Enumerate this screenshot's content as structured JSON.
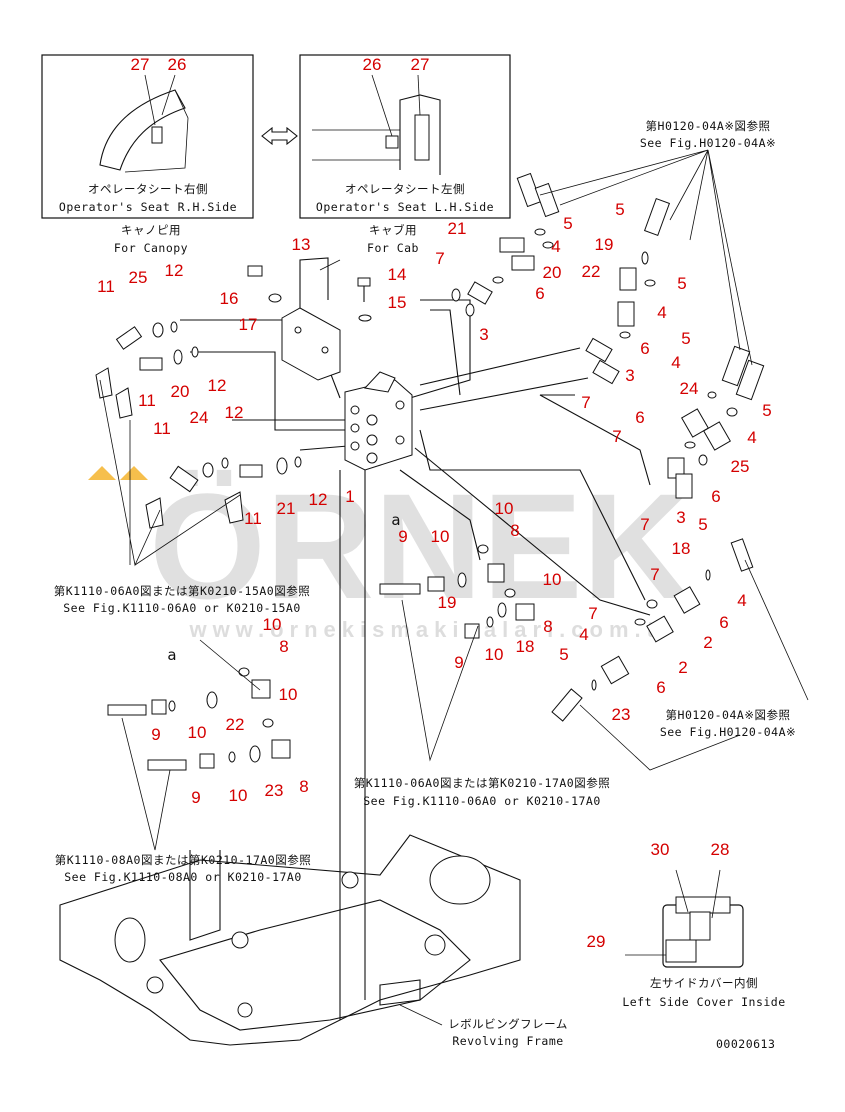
{
  "watermark": {
    "brand": "ÖRNEK",
    "url": "www.ornekismakinalari.com.tr",
    "accent": "#f2a400"
  },
  "insets": {
    "rh": {
      "label_jp": "オペレータシート右側",
      "label_en": "Operator's Seat R.H.Side",
      "callouts": [
        "27",
        "26"
      ]
    },
    "lh": {
      "label_jp": "オペレータシート左側",
      "label_en": "Operator's Seat L.H.Side",
      "callouts": [
        "26",
        "27"
      ]
    }
  },
  "notes": {
    "canopy_jp": "キャノピ用",
    "canopy_en": "For Canopy",
    "cab_jp": "キャブ用",
    "cab_en": "For Cab",
    "ref_h0120_top_jp": "第H0120-04A※図参照",
    "ref_h0120_top_en": "See Fig.H0120-04A※",
    "ref_k0210_15_jp": "第K1110-06A0図または第K0210-15A0図参照",
    "ref_k0210_15_en": "See Fig.K1110-06A0 or K0210-15A0",
    "ref_h0120_mid_jp": "第H0120-04A※図参照",
    "ref_h0120_mid_en": "See Fig.H0120-04A※",
    "ref_k0210_17_center_jp": "第K1110-06A0図または第K0210-17A0図参照",
    "ref_k0210_17_center_en": "See Fig.K1110-06A0 or K0210-17A0",
    "ref_k0210_17_left_jp": "第K1110-08A0図または第K0210-17A0図参照",
    "ref_k0210_17_left_en": "See Fig.K1110-08A0 or K0210-17A0",
    "frame_jp": "レボルビングフレーム",
    "frame_en": "Revolving Frame",
    "cover_jp": "左サイドカバー内側",
    "cover_en": "Left Side Cover Inside",
    "drawing_no": "00020613",
    "detail_a": "a"
  },
  "callouts": [
    "13",
    "14",
    "15",
    "16",
    "17",
    "11",
    "25",
    "12",
    "11",
    "20",
    "12",
    "24",
    "12",
    "11",
    "21",
    "12",
    "1",
    "9",
    "10",
    "10",
    "8",
    "19",
    "10",
    "8",
    "9",
    "10",
    "18",
    "10",
    "8",
    "10",
    "9",
    "10",
    "22",
    "9",
    "10",
    "23",
    "8",
    "7",
    "3",
    "21",
    "4",
    "20",
    "5",
    "6",
    "19",
    "22",
    "5",
    "4",
    "6",
    "3",
    "7",
    "5",
    "5",
    "4",
    "5",
    "4",
    "24",
    "25",
    "6",
    "6",
    "7",
    "3",
    "7",
    "5",
    "18",
    "4",
    "7",
    "6",
    "4",
    "2",
    "5",
    "2",
    "6",
    "23",
    "30",
    "28",
    "29"
  ]
}
